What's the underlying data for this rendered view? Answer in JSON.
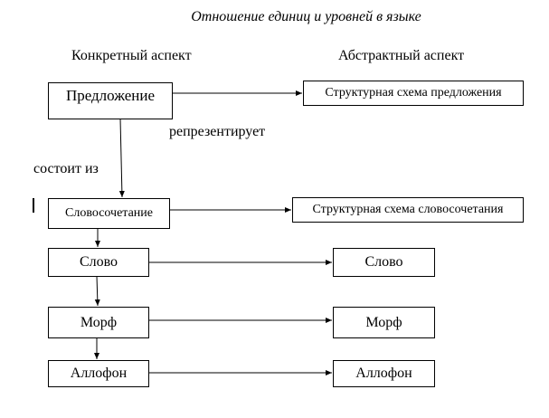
{
  "diagram": {
    "title": "Отношение единиц и уровней в языке",
    "column_headers": {
      "concrete": "Конкретный аспект",
      "abstract": "Абстрактный аспект"
    },
    "edge_labels": {
      "represents": "репрезентирует",
      "consists_of": "состоит из"
    },
    "concrete_units": [
      {
        "id": "sentence",
        "label": "Предложение"
      },
      {
        "id": "phrase",
        "label": "Словосочетание"
      },
      {
        "id": "word",
        "label": "Слово"
      },
      {
        "id": "morph",
        "label": "Морф"
      },
      {
        "id": "allophone",
        "label": "Аллофон"
      }
    ],
    "abstract_units": [
      {
        "id": "sentence-scheme",
        "label": "Структурная схема предложения"
      },
      {
        "id": "phrase-scheme",
        "label": "Структурная схема словосочетания"
      },
      {
        "id": "word-abstract",
        "label": "Слово"
      },
      {
        "id": "morph-abstract",
        "label": "Морф"
      },
      {
        "id": "allophone-abstract",
        "label": "Аллофон"
      }
    ],
    "edges": [
      {
        "from": "sentence",
        "to": "sentence-scheme",
        "relation": "репрезентирует"
      },
      {
        "from": "phrase",
        "to": "phrase-scheme",
        "relation": "репрезентирует"
      },
      {
        "from": "word",
        "to": "word-abstract",
        "relation": "репрезентирует"
      },
      {
        "from": "morph",
        "to": "morph-abstract",
        "relation": "репрезентирует"
      },
      {
        "from": "allophone",
        "to": "allophone-abstract",
        "relation": "репрезентирует"
      },
      {
        "from": "sentence",
        "to": "phrase",
        "relation": "состоит из"
      },
      {
        "from": "phrase",
        "to": "word",
        "relation": "состоит из"
      },
      {
        "from": "word",
        "to": "morph",
        "relation": "состоит из"
      },
      {
        "from": "morph",
        "to": "allophone",
        "relation": "состоит из"
      }
    ]
  }
}
